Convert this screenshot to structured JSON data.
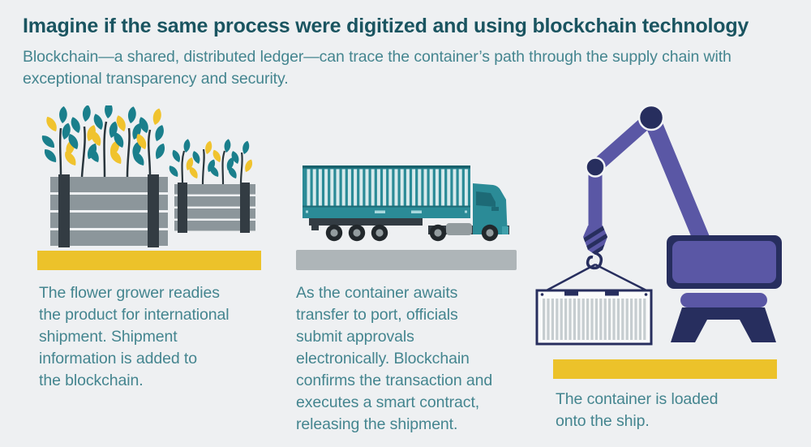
{
  "header": {
    "title": "Imagine if the same process were digitized and using blockchain technology",
    "subtitle": "Blockchain—a shared, distributed ledger—can trace the container’s path through the supply chain with\nexceptional transparency and security."
  },
  "steps": [
    {
      "id": "flower-grower",
      "illustration": "flower-crates",
      "ground": "yellow",
      "caption": "The flower grower readies\nthe product for international\nshipment. Shipment\ninformation is added to\nthe blockchain."
    },
    {
      "id": "port-transfer",
      "illustration": "container-truck",
      "ground": "gray",
      "caption": "As the container awaits\ntransfer to port, officials\nsubmit approvals\nelectronically. Blockchain\nconfirms the transaction and\nexecutes a smart contract,\nreleasing the shipment."
    },
    {
      "id": "ship-loading",
      "illustration": "crane-loading-container",
      "ground": "yellow",
      "caption": "The container is loaded\nonto the ship."
    }
  ],
  "colors": {
    "background": "#eef0f2",
    "title": "#1a5460",
    "caption": "#44858f",
    "teal": "#2b8b97",
    "teal-dark": "#1d6a76",
    "teal-edge": "#17616c",
    "rib-light": "#d7eaec",
    "leaf-teal": "#1a7f8c",
    "flower-yellow": "#f0c32e",
    "yellow": "#ecc22a",
    "crate-gray": "#8c969b",
    "dark-slate": "#333c43",
    "stem": "#2a363d",
    "tire": "#22282c",
    "hub": "#939c9f",
    "ground-gray": "#aeb5b8",
    "purple": "#5a57a5",
    "navy": "#272e5e",
    "container-white": "#fafbfb",
    "rib-gray": "#c6cdd0"
  }
}
